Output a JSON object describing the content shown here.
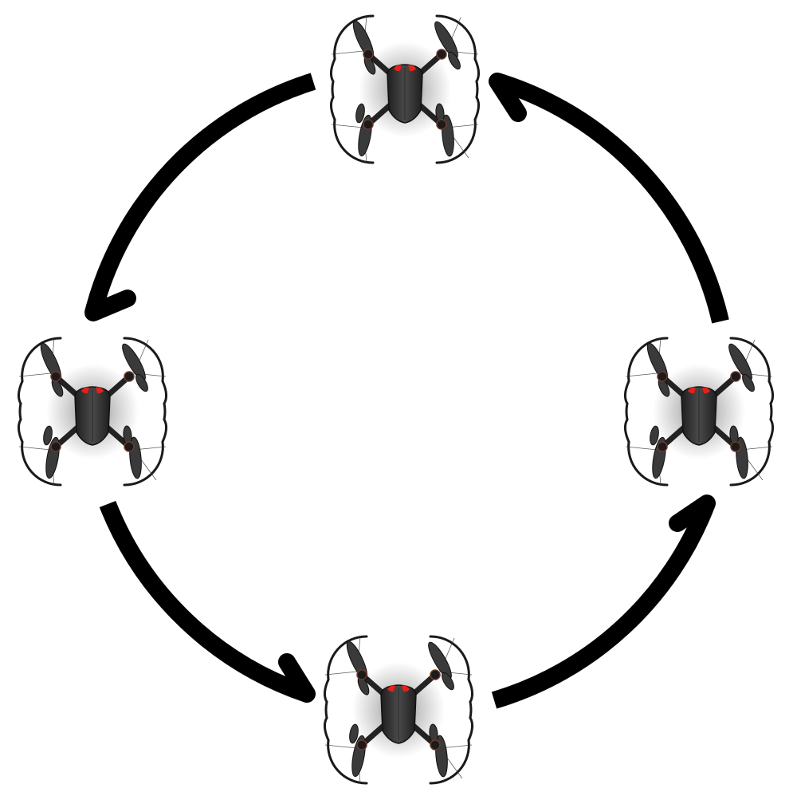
{
  "diagram": {
    "type": "cycle",
    "direction": "counterclockwise",
    "nodes": [
      {
        "id": "top",
        "icon": "quadcopter-drone-icon"
      },
      {
        "id": "left",
        "icon": "quadcopter-drone-icon"
      },
      {
        "id": "bottom",
        "icon": "quadcopter-drone-icon"
      },
      {
        "id": "right",
        "icon": "quadcopter-drone-icon"
      }
    ],
    "edges": [
      {
        "from": "top",
        "to": "left"
      },
      {
        "from": "left",
        "to": "bottom"
      },
      {
        "from": "bottom",
        "to": "right"
      },
      {
        "from": "right",
        "to": "top"
      }
    ]
  },
  "colors": {
    "arrow": "#000000",
    "drone_body": "#2b2b2b",
    "drone_leds": "#e0231b",
    "guard": "#1a1a1a",
    "background": "#ffffff"
  }
}
